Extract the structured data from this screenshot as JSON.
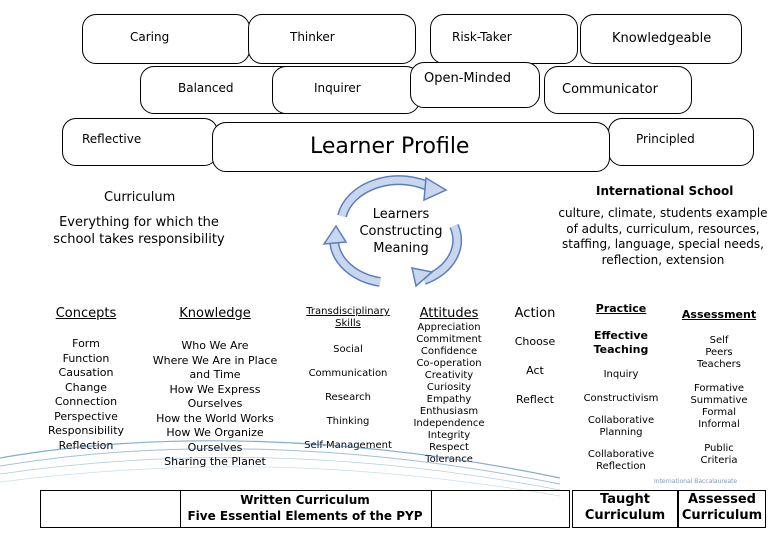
{
  "attributes": {
    "caring": "Caring",
    "thinker": "Thinker",
    "risk_taker": "Risk-Taker",
    "knowledgeable": "Knowledgeable",
    "balanced": "Balanced",
    "inquirer": "Inquirer",
    "open_minded": "Open-Minded",
    "communicator": "Communicator",
    "reflective": "Reflective",
    "principled": "Principled"
  },
  "learner_profile": "Learner Profile",
  "curriculum": {
    "title": "Curriculum",
    "desc": "Everything for which the school takes responsibility"
  },
  "cycle": {
    "line1": "Learners",
    "line2": "Constructing",
    "line3": "Meaning"
  },
  "international_school": {
    "title": "International School",
    "desc": "culture, climate, students example of adults, curriculum, resources, staffing, language, special needs, reflection, extension"
  },
  "concepts": {
    "head": "Concepts",
    "items": [
      "Form",
      "Function",
      "Causation",
      "Change",
      "Connection",
      "Perspective",
      "Responsibility",
      "Reflection"
    ]
  },
  "knowledge": {
    "head": "Knowledge",
    "items": [
      "Who We Are",
      "Where We Are in Place",
      "and Time",
      "How We Express",
      "Ourselves",
      "How the World Works",
      "How We Organize",
      "Ourselves",
      "Sharing the Planet"
    ]
  },
  "skills": {
    "head": "Transdisciplinary Skills",
    "items": [
      "Social",
      "Communication",
      "Research",
      "Thinking",
      "Self-Management"
    ]
  },
  "attitudes": {
    "head": "Attitudes",
    "items": [
      "Appreciation",
      "Commitment",
      "Confidence",
      "Co-operation",
      "Creativity",
      "Curiosity",
      "Empathy",
      "Enthusiasm",
      "Independence",
      "Integrity",
      "Respect",
      "Tolerance"
    ]
  },
  "action": {
    "head": "Action",
    "items": [
      "Choose",
      "Act",
      "Reflect"
    ]
  },
  "practice": {
    "head": "Practice",
    "sub_head": "Effective Teaching",
    "items": [
      "Inquiry",
      "Constructivism",
      "Collaborative Planning",
      "Collaborative Reflection"
    ]
  },
  "assessment": {
    "head": "Assessment",
    "items": [
      "Self",
      "Peers",
      "Teachers",
      "Formative",
      "Summative",
      "Formal",
      "Informal",
      "Public",
      "Criteria"
    ]
  },
  "bottom": {
    "written_line1": "Written Curriculum",
    "written_line2": "Five Essential Elements of the PYP",
    "taught_line1": "Taught",
    "taught_line2": "Curriculum",
    "assessed_line1": "Assessed",
    "assessed_line2": "Curriculum",
    "ib_logo_text": "International Baccalaureate"
  },
  "colors": {
    "arrow_fill": "#c9d7ee",
    "arrow_stroke": "#5a7fbf",
    "swoosh": "#2e76b8"
  }
}
